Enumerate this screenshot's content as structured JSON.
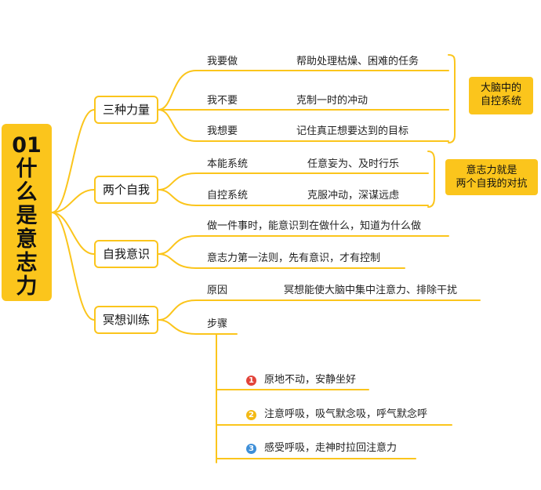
{
  "root": {
    "chars": [
      "01",
      "什",
      "么",
      "是",
      "意",
      "志",
      "力"
    ]
  },
  "branches": [
    {
      "label": "三种力量",
      "items": [
        {
          "label": "我要做",
          "desc": "帮助处理枯燥、困难的任务"
        },
        {
          "label": "我不要",
          "desc": "克制一时的冲动"
        },
        {
          "label": "我想要",
          "desc": "记住真正想要达到的目标"
        }
      ],
      "note": [
        "大脑中的",
        "自控系统"
      ]
    },
    {
      "label": "两个自我",
      "items": [
        {
          "label": "本能系统",
          "desc": "任意妄为、及时行乐"
        },
        {
          "label": "自控系统",
          "desc": "克服冲动，深谋远虑"
        }
      ],
      "note": [
        "意志力就是",
        "两个自我的对抗"
      ]
    },
    {
      "label": "自我意识",
      "items": [
        {
          "text": "做一件事时，能意识到在做什么，知道为什么做"
        },
        {
          "text": "意志力第一法则，先有意识，才有控制"
        }
      ]
    },
    {
      "label": "冥想训练",
      "items": [
        {
          "label": "原因",
          "desc": "冥想能使大脑中集中注意力、排除干扰"
        },
        {
          "label": "步骤"
        }
      ],
      "steps": [
        {
          "num": "1",
          "text": "原地不动，安静坐好",
          "color": "#e2443a"
        },
        {
          "num": "2",
          "text": "注意呼吸，吸气默念吸，呼气默念呼",
          "color": "#f3b914"
        },
        {
          "num": "3",
          "text": "感受呼吸，走神时拉回注意力",
          "color": "#3e8fd8"
        }
      ]
    }
  ],
  "colors": {
    "accent": "#fbc51c"
  }
}
